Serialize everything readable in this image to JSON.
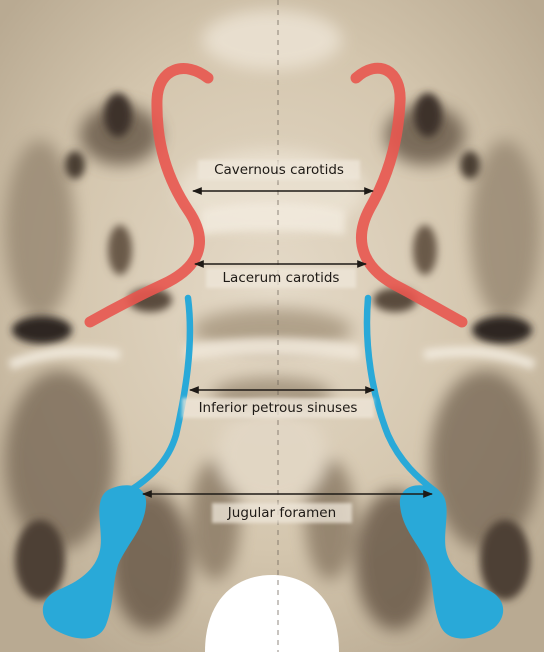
{
  "labels": {
    "cavernous_carotids": "Cavernous carotids",
    "lacerum_carotids": "Lacerum carotids",
    "inferior_petrous_sinuses": "Inferior petrous sinuses",
    "jugular_foramen": "Jugular foramen"
  },
  "colors": {
    "carotid_artery": "#e8574f",
    "venous_structure": "#29a9d8",
    "bone_base": "#d7cab5",
    "bone_shadow": "#6e5f50",
    "label_text": "#1e1a16"
  }
}
